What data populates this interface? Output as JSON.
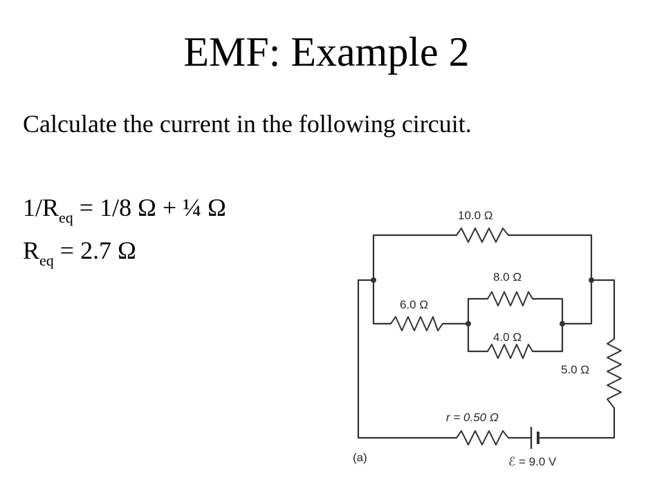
{
  "slide": {
    "title": "EMF:  Example 2",
    "intro": "Calculate the current in the following circuit.",
    "eq1": {
      "prefix": "1/R",
      "sub": "eq",
      "rest": " = 1/8 Ω + ¼ Ω"
    },
    "eq2": {
      "prefix": "R",
      "sub": "eq",
      "rest": " = 2.7 Ω"
    }
  },
  "circuit": {
    "r10": "10.0 Ω",
    "r8": "8.0 Ω",
    "r6": "6.0 Ω",
    "r4": "4.0 Ω",
    "r5": "5.0 Ω",
    "r_internal": "r = 0.50 Ω",
    "emf": "ℰ = 9.0 V",
    "part": "(a)"
  },
  "colors": {
    "wire": "#333333",
    "text": "#000000"
  }
}
